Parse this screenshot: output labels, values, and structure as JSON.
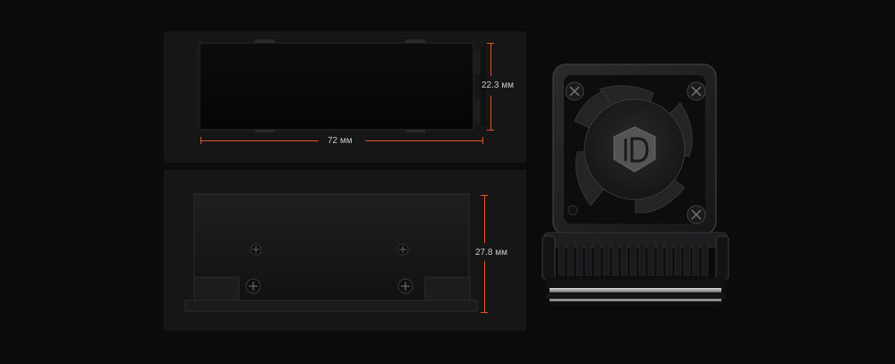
{
  "dimensions": {
    "height_top": "22.3 мм",
    "length": "72 мм",
    "height_side": "27.8 мм"
  },
  "colors": {
    "background": "#0b0b0c",
    "panel": "#161617",
    "accent": "#e0552e",
    "text": "#c9c9c9"
  },
  "images": {
    "top_view": "ssd-heatsink-top-view",
    "side_view": "ssd-heatsink-side-view",
    "front_view": "ssd-heatsink-fan-front-view",
    "logo": "brand-logo"
  }
}
